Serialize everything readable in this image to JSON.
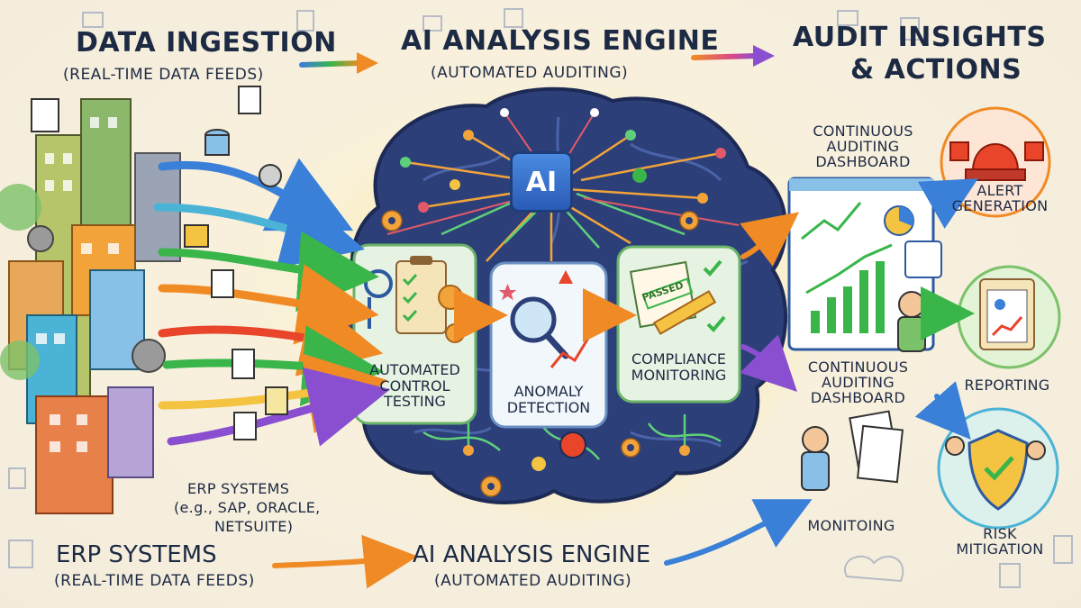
{
  "headers": {
    "ingestion_title": "DATA INGESTION",
    "ingestion_sub": "(REAL-TIME DATA FEEDS)",
    "engine_title": "AI ANALYSIS ENGINE",
    "engine_sub": "(AUTOMATED AUDITING)",
    "insights_title_1": "AUDIT INSIGHTS",
    "insights_title_2": "& ACTIONS"
  },
  "brain": {
    "chip_label": "AI",
    "modules": [
      {
        "label_1": "AUTOMATED",
        "label_2": "CONTROL",
        "label_3": "TESTING"
      },
      {
        "label_1": "ANOMALY",
        "label_2": "DETECTION"
      },
      {
        "label_1": "COMPLIANCE",
        "label_2": "MONITORING"
      }
    ],
    "stamp": "PASSED"
  },
  "left": {
    "erp_label_1": "ERP SYSTEMS",
    "erp_label_2": "(e.g., SAP, ORACLE,",
    "erp_label_3": "NETSUITE)"
  },
  "right": {
    "dashboard_top_1": "CONTINUOUS",
    "dashboard_top_2": "AUDITING",
    "dashboard_top_3": "DASHBOARD",
    "dashboard_bottom_1": "CONTINUOUS",
    "dashboard_bottom_2": "AUDITING",
    "dashboard_bottom_3": "DASHBOARD",
    "alert_1": "ALERT",
    "alert_2": "GENERATION",
    "reporting": "REPORTING",
    "monitoring": "MONITOING",
    "risk_1": "RISK",
    "risk_2": "MITIGATION"
  },
  "footer": {
    "erp_title": "ERP SYSTEMS",
    "erp_sub": "(REAL-TIME DATA FEEDS)",
    "engine_title": "AI ANALYSIS ENGINE",
    "engine_sub": "(AUTOMATED AUDITING)"
  },
  "colors": {
    "brain": "#2c3f78",
    "glow": "#fbe27a",
    "ink": "#1d2a44",
    "arrow_blue": "#3a7fd8",
    "arrow_green": "#39b54a",
    "arrow_orange": "#f08a24",
    "arrow_purple": "#8a4fd0"
  },
  "icons": [
    "building-icon",
    "gear-icon",
    "magnifier-icon",
    "clipboard-icon",
    "ai-chip-icon",
    "dashboard-icon",
    "siren-icon",
    "shield-icon",
    "report-icon",
    "person-icon"
  ]
}
